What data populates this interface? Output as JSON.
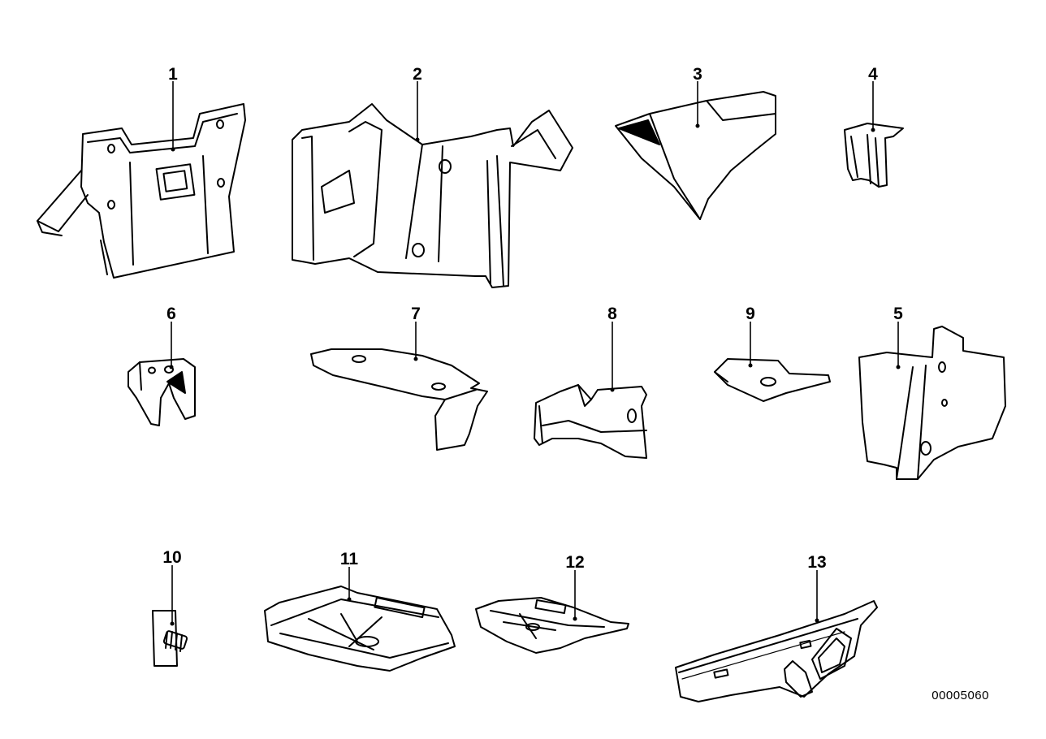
{
  "callouts": [
    {
      "id": "1",
      "label": "1"
    },
    {
      "id": "2",
      "label": "2"
    },
    {
      "id": "3",
      "label": "3"
    },
    {
      "id": "4",
      "label": "4"
    },
    {
      "id": "5",
      "label": "5"
    },
    {
      "id": "6",
      "label": "6"
    },
    {
      "id": "7",
      "label": "7"
    },
    {
      "id": "8",
      "label": "8"
    },
    {
      "id": "9",
      "label": "9"
    },
    {
      "id": "10",
      "label": "10"
    },
    {
      "id": "11",
      "label": "11"
    },
    {
      "id": "12",
      "label": "12"
    },
    {
      "id": "13",
      "label": "13"
    }
  ],
  "document_id": "00005060"
}
